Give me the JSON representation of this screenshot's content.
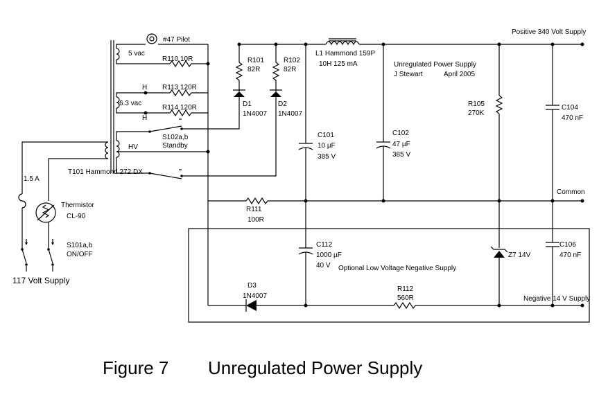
{
  "caption": {
    "figure": "Figure 7",
    "title": "Unregulated Power Supply"
  },
  "header": {
    "title": "Unregulated Power Supply",
    "author": "J Stewart",
    "date": "April 2005"
  },
  "rails": {
    "positive": "Positive 340 Volt Supply",
    "common": "Common",
    "negative": "Negative 14 V Supply"
  },
  "transformer": {
    "label": "T101 Hammond 272 DX",
    "w5": "5 vac",
    "w63": "6.3 vac",
    "hv": "HV",
    "h1": "H",
    "h2": "H"
  },
  "pilot": {
    "label": "#47 Pilot"
  },
  "input": {
    "fuse": "1.5 A",
    "thermistor": "Thermistor",
    "thermistor_part": "CL-90",
    "switch": "S101a,b",
    "switch_state": "ON/OFF",
    "supply": "117 Volt Supply"
  },
  "standby": {
    "name": "S102a,b",
    "label": "Standby"
  },
  "resistors": {
    "r110": "R110 10R",
    "r113": "R113 120R",
    "r114": "R114 120R",
    "r101": "R101",
    "r101_val": "82R",
    "r102": "R102",
    "r102_val": "82R",
    "r111": "R111",
    "r111_val": "100R",
    "r105": "R105",
    "r105_val": "270K",
    "r112": "R112",
    "r112_val": "560R"
  },
  "diodes": {
    "d1": "D1",
    "d1_part": "1N4007",
    "d2": "D2",
    "d2_part": "1N4007",
    "d3": "D3",
    "d3_part": "1N4007",
    "z7": "Z7  14V"
  },
  "inductor": {
    "label": "L1 Hammond 159P",
    "value": "10H  125 mA"
  },
  "capacitors": {
    "c101": "C101",
    "c101_val": "10",
    "c101_unit": "F",
    "c101_v": "385 V",
    "c102": "C102",
    "c102_val": "47",
    "c102_unit": "F",
    "c102_v": "385 V",
    "c104": "C104",
    "c104_val": "470 nF",
    "c112": "C112",
    "c112_val": "1000",
    "c112_unit": "F",
    "c112_v": "40 V",
    "c106": "C106",
    "c106_val": "470 nF",
    "mu": "µ"
  },
  "optional_box": {
    "label": "Optional Low Voltage Negative Supply"
  }
}
